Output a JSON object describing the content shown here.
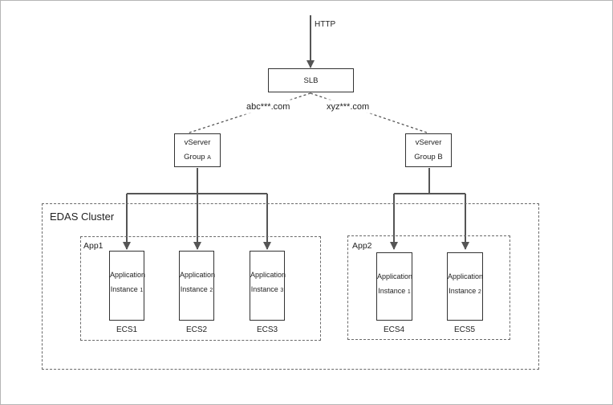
{
  "entry": {
    "protocol": "HTTP"
  },
  "slb": {
    "label": "SLB"
  },
  "domains": {
    "a": "abc***.com",
    "b": "xyz***.com"
  },
  "vserver_groups": [
    {
      "line1": "vServer",
      "line2": "Group",
      "suffix": "A"
    },
    {
      "line1": "vServer",
      "line2": "Group B",
      "suffix": ""
    }
  ],
  "cluster": {
    "label": "EDAS Cluster"
  },
  "apps": [
    {
      "label": "App1"
    },
    {
      "label": "App2"
    }
  ],
  "instances": [
    {
      "line1": "Application",
      "line2": "Instance",
      "index": "1",
      "node": "ECS1"
    },
    {
      "line1": "Application",
      "line2": "Instance",
      "index": "2",
      "node": "ECS2"
    },
    {
      "line1": "Application",
      "line2": "Instance",
      "index": "3",
      "node": "ECS3"
    },
    {
      "line1": "Application",
      "line2": "Instance",
      "index": "1",
      "node": "ECS4"
    },
    {
      "line1": "Application",
      "line2": "Instance",
      "index": "2",
      "node": "ECS5"
    }
  ],
  "colors": {
    "line": "#555555",
    "dashed": "#6a6a6a",
    "border": "#333333"
  }
}
